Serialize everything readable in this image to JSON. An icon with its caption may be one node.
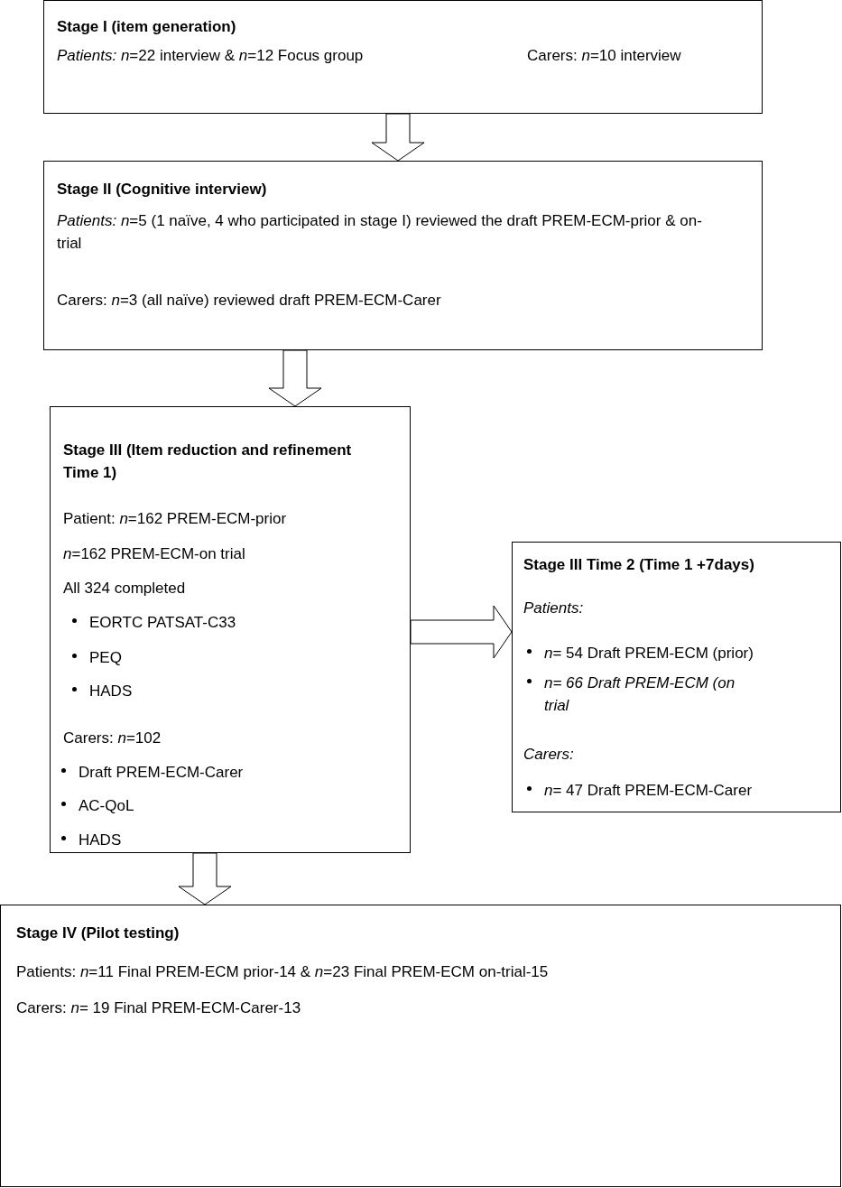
{
  "diagram": {
    "nodes": [
      {
        "text": [
          "Stage I (item generation)",
          "*Patients:* *n*=22 interview & *n*=12 Focus group",
          "Carers: *n*=10 interview"
        ]
      },
      {
        "text": [
          "Stage II (Cognitive interview)",
          "*Patients:* *n*=5 (1 naïve, 4 who participated in stage I) reviewed the draft PREM-ECM-prior & on-trial",
          "Carers: *n*=3 (all naïve) reviewed draft PREM-ECM-Carer"
        ]
      },
      {
        "text": [
          "Stage III (Item reduction and refinement Time 1)",
          "Patient: *n*=162 PREM-ECM-prior",
          "*n*=162 PREM-ECM-on trial",
          "All 324 completed",
          "EORTC PATSAT-C33",
          "PEQ",
          "HADS",
          "Carers: *n*=102",
          "Draft PREM-ECM-Carer",
          "AC-QoL",
          "HADS"
        ]
      },
      {
        "text": [
          "Stage III Time 2 (Time 1 +7days)",
          "Patients:",
          "*n*= 54 Draft PREM-ECM (prior)",
          "n= 66 Draft PREM-ECM (on trial",
          "Carers:",
          "*n*= 47 Draft PREM-ECM-Carer"
        ]
      },
      {
        "text": [
          "Stage IV (Pilot testing)",
          "Patients: *n*=11 Final PREM-ECM prior-14 & *n*=23 Final PREM-ECM on-trial-15",
          "Carers: *n*= 19 Final PREM-ECM-Carer-13"
        ]
      }
    ],
    "edges": [
      {
        "from": 0,
        "to": 1,
        "arrow": "to"
      },
      {
        "from": 1,
        "to": 2,
        "arrow": "to"
      },
      {
        "from": 2,
        "to": 3,
        "arrow": "to"
      },
      {
        "from": 2,
        "to": 4,
        "arrow": "to"
      }
    ]
  }
}
